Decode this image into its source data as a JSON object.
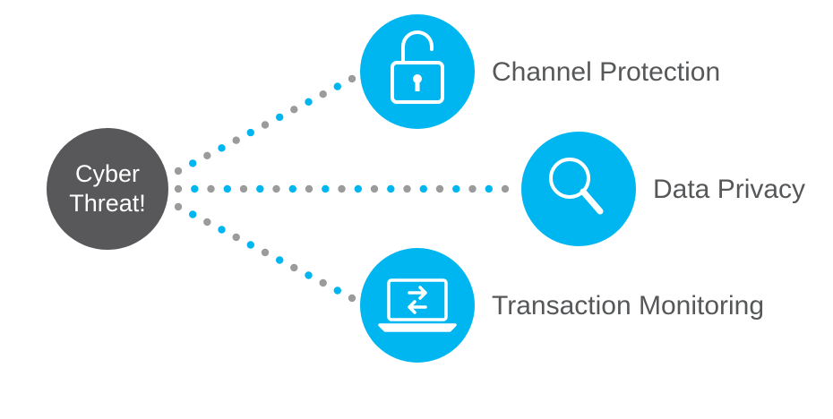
{
  "hub": {
    "line1": "Cyber",
    "line2": "Threat!"
  },
  "branches": [
    {
      "label": "Channel Protection",
      "icon": "padlock-icon"
    },
    {
      "label": "Data Privacy",
      "icon": "magnifier-icon"
    },
    {
      "label": "Transaction Monitoring",
      "icon": "laptop-transfer-icon"
    }
  ],
  "colors": {
    "accent": "#00b6f0",
    "hub": "#58585a",
    "dot_grey": "#9b9b9b",
    "text": "#555759"
  }
}
